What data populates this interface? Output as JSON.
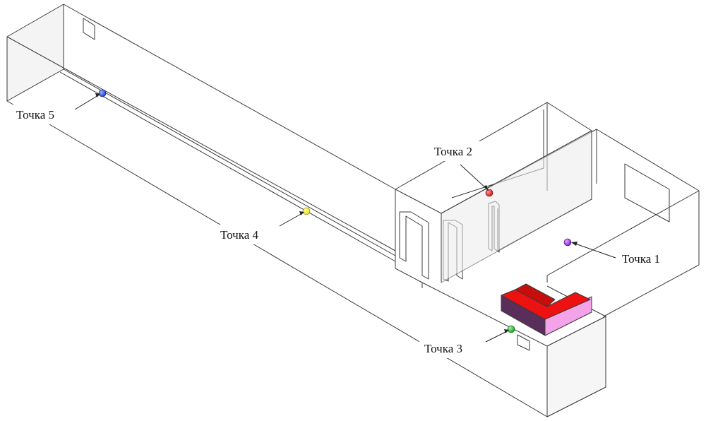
{
  "points": [
    {
      "id": "p1",
      "label": "Точка 1",
      "color": "#8a1fd6",
      "highlight": "#d9a8ff"
    },
    {
      "id": "p2",
      "label": "Точка 2",
      "color": "#d41818",
      "highlight": "#ff9a9a"
    },
    {
      "id": "p3",
      "label": "Точка 3",
      "color": "#19a81f",
      "highlight": "#a5f0a8"
    },
    {
      "id": "p4",
      "label": "Точка 4",
      "color": "#e8e21c",
      "highlight": "#fffaa0"
    },
    {
      "id": "p5",
      "label": "Точка 5",
      "color": "#1e3fd6",
      "highlight": "#9fb2ff"
    }
  ],
  "colors": {
    "wall_fill": "#f4f4f4",
    "lines": "#3a3a3a",
    "object_red": "#ee1111",
    "object_dark": "#5a2e5a",
    "object_pink": "#f5a3e8"
  }
}
